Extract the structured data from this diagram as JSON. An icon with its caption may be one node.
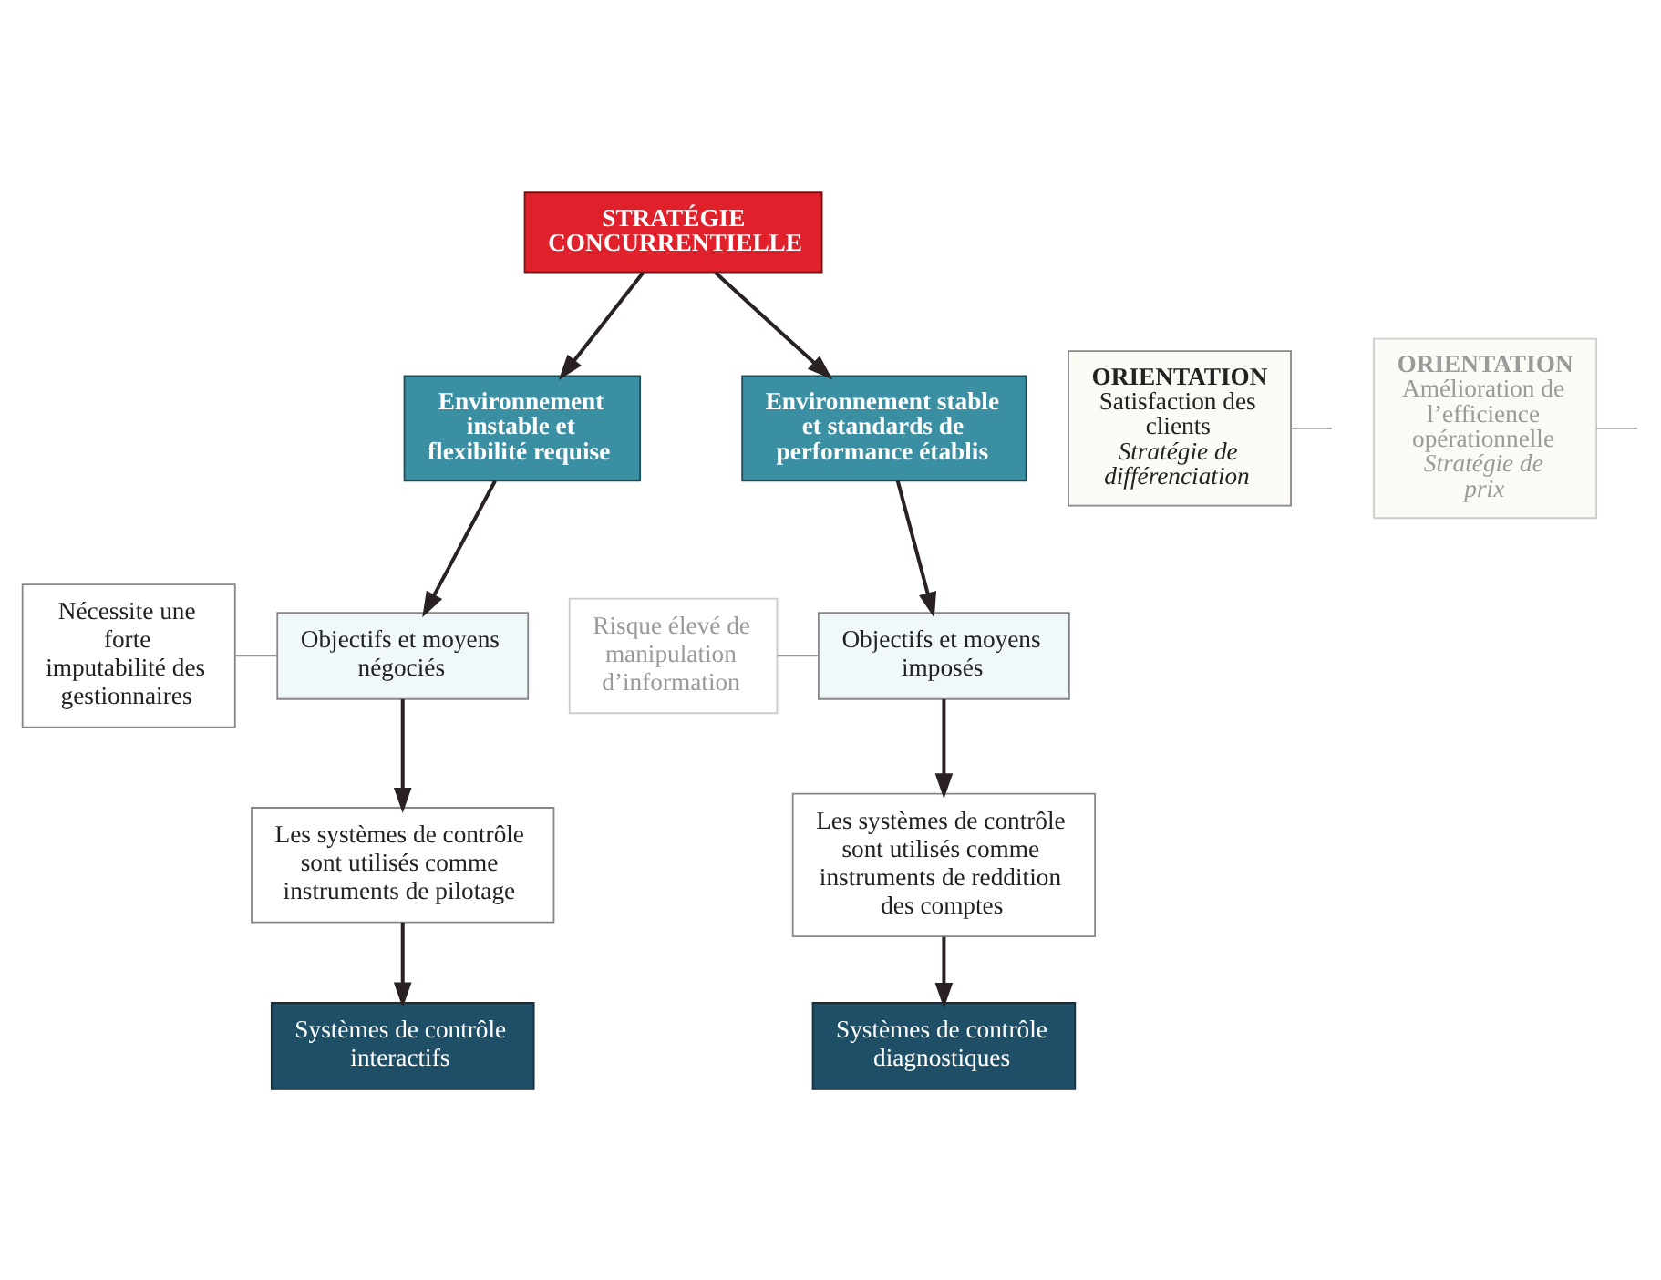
{
  "diagram": {
    "nodes": [
      {
        "text": [
          "STRATÉGIE CONCURRENTIELLE"
        ]
      },
      {
        "text": [
          "ORIENTATION",
          "Satisfaction des clients",
          "Stratégie de différenciation"
        ]
      },
      {
        "text": [
          "Environnement instable et flexibilité requise"
        ]
      },
      {
        "text": [
          "Environnement stable et standards de performance établis"
        ]
      },
      {
        "text": [
          "ORIENTATION",
          "Amélioration de l’efficience opérationnelle",
          "Stratégie de prix"
        ]
      },
      {
        "text": [
          "Nécessite une forte imputabilité des gestionnaires"
        ]
      },
      {
        "text": [
          "Objectifs et moyens négociés"
        ]
      },
      {
        "text": [
          "Objectifs et moyens imposés"
        ]
      },
      {
        "text": [
          "Risque élevé de manipulation d’information"
        ]
      },
      {
        "text": [
          "Les systèmes de contrôle sont utilisés comme instruments de pilotage"
        ]
      },
      {
        "text": [
          "Les systèmes de contrôle sont utilisés comme instruments de reddition des comptes"
        ]
      },
      {
        "text": [
          "Systèmes de contrôle interactifs"
        ]
      },
      {
        "text": [
          "Systèmes de contrôle diagnostiques"
        ]
      }
    ],
    "edges": [
      {
        "from": 0,
        "to": 2,
        "arrow": "to"
      },
      {
        "from": 0,
        "to": 3,
        "arrow": "to"
      },
      {
        "from": 1,
        "to": null,
        "arrow": "none",
        "color": "#9a9a9a"
      },
      {
        "from": 4,
        "to": null,
        "arrow": "none",
        "color": "#9a9a9a"
      },
      {
        "from": 2,
        "to": 6,
        "arrow": "to"
      },
      {
        "from": 3,
        "to": 7,
        "arrow": "to"
      },
      {
        "from": 5,
        "to": 6,
        "arrow": "none",
        "color": "#9a9a9a"
      },
      {
        "from": 8,
        "to": 7,
        "arrow": "none",
        "color": "#9a9a9a"
      },
      {
        "from": 6,
        "to": 9,
        "arrow": "to"
      },
      {
        "from": 7,
        "to": 10,
        "arrow": "to"
      },
      {
        "from": 9,
        "to": 11,
        "arrow": "to"
      },
      {
        "from": 10,
        "to": 12,
        "arrow": "to"
      }
    ]
  }
}
